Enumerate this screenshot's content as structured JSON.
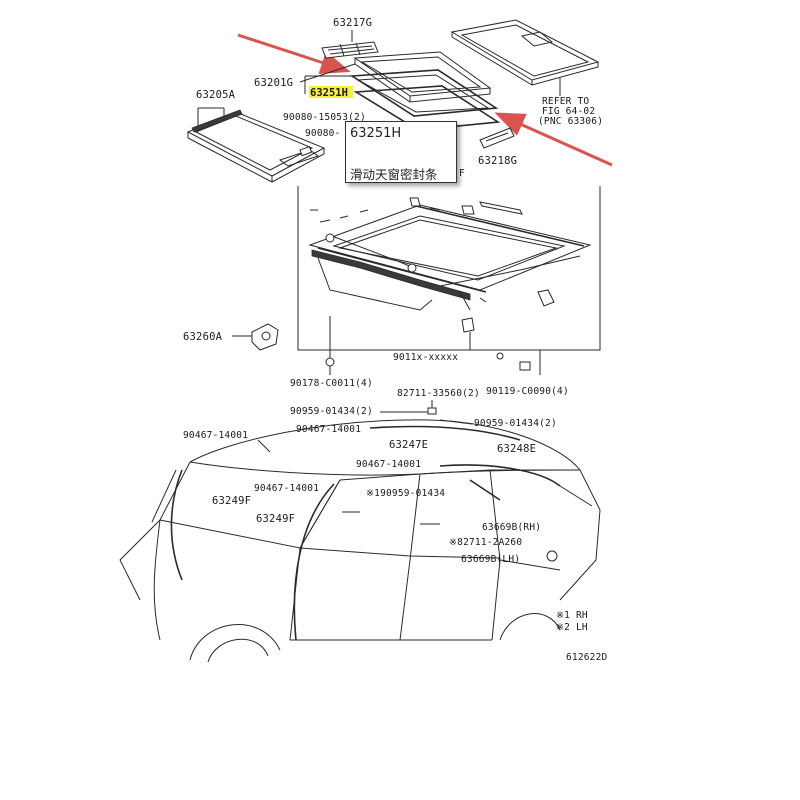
{
  "highlight_label": "63251H",
  "tooltip": {
    "part_number": "63251H",
    "description": "滑动天窗密封条"
  },
  "labels": {
    "p63217G": "63217G",
    "p63201G": "63201G",
    "p63205A": "63205A",
    "p90080_15053": "90080-15053(2)",
    "p90080_b": "90080-",
    "pF": "F",
    "p63218G": "63218G",
    "refer1": "REFER TO",
    "refer2": "FIG 64-02",
    "refer3": "(PNC 63306)",
    "p63260A": "63260A",
    "p9011x": "9011x-xxxxx",
    "p90178": "90178-C0011(4)",
    "p90119": "90119-C0090(4)",
    "p82711_33560": "82711-33560(2)",
    "p90959_left": "90959-01434(2)",
    "p90959_right": "90959-01434(2)",
    "p90467_a": "90467-14001",
    "p90467_b": "90467-14001",
    "p90467_c": "90467-14001",
    "p90467_d": "90467-14001",
    "p63247E": "63247E",
    "p63248E": "63248E",
    "p63249F_a": "63249F",
    "p63249F_b": "63249F",
    "p90959_mid": "※190959-01434",
    "p63669B_RH": "63669B(RH)",
    "p82711_2A": "※82711-2A260",
    "p63669B_LH": "63669B(LH)",
    "note1": "※1 RH",
    "note2": "※2 LH",
    "fig_code": "612622D"
  },
  "colors": {
    "arrow": "#d9534f",
    "highlight": "#f5f03a",
    "line": "#2a2a2a"
  }
}
